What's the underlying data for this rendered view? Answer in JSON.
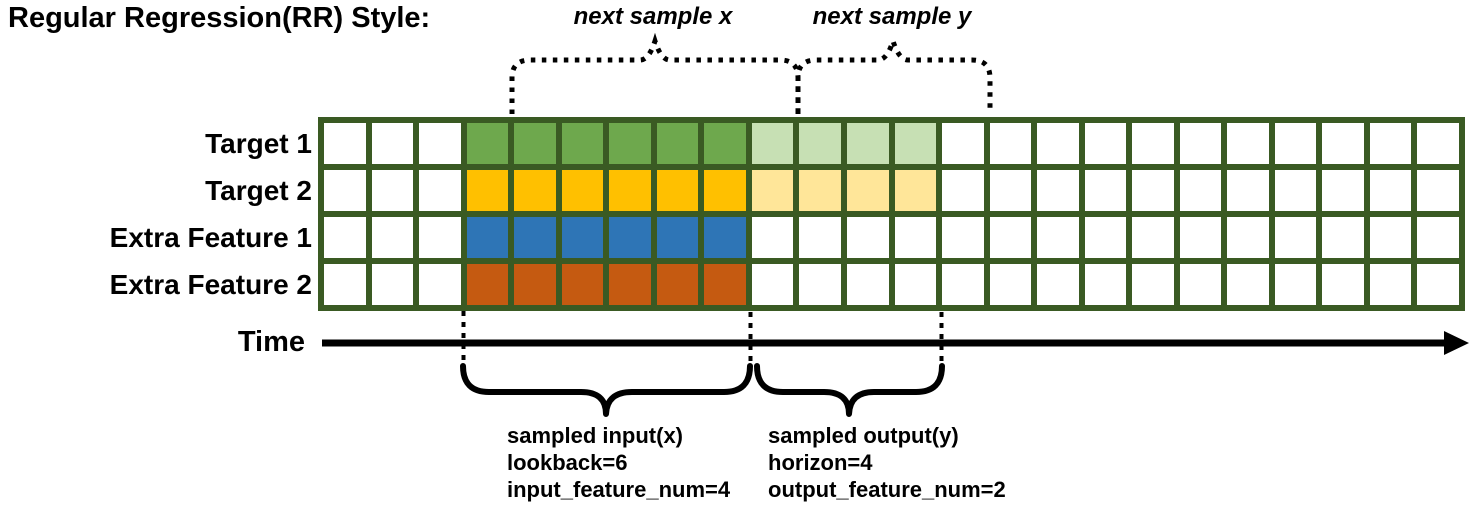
{
  "title": "Regular Regression(RR) Style:",
  "annotations": {
    "next_sample_x": "next sample x",
    "next_sample_y": "next sample y",
    "time_label": "Time",
    "input_block": {
      "line1": "sampled input(x)",
      "line2": "lookback=6",
      "line3": "input_feature_num=4"
    },
    "output_block": {
      "line1": "sampled output(y)",
      "line2": "horizon=4",
      "line3": "output_feature_num=2"
    }
  },
  "colors": {
    "grid_border": "#3A5A23",
    "target1_input": "#6EA84D",
    "target1_output": "#C7E0B4",
    "target2_input": "#FFC000",
    "target2_output": "#FFE699",
    "extra1_input": "#2E75B6",
    "extra2_input": "#C55A11",
    "empty_cell": "#FFFFFF",
    "line_color": "#000000"
  },
  "chart_data": {
    "type": "heatmap",
    "title": "Regular Regression(RR) Style:",
    "columns_total": 24,
    "params": {
      "lookback": 6,
      "horizon": 4,
      "input_feature_num": 4,
      "output_feature_num": 2,
      "input_window_columns": [
        4,
        9
      ],
      "output_window_columns": [
        10,
        13
      ],
      "next_sample_shift": 1
    },
    "grid": {
      "rows": [
        {
          "label": "Target 1",
          "segments": [
            {
              "count": 3,
              "color": "#FFFFFF"
            },
            {
              "count": 6,
              "color": "#6EA84D"
            },
            {
              "count": 4,
              "color": "#C7E0B4"
            },
            {
              "count": 11,
              "color": "#FFFFFF"
            }
          ]
        },
        {
          "label": "Target 2",
          "segments": [
            {
              "count": 3,
              "color": "#FFFFFF"
            },
            {
              "count": 6,
              "color": "#FFC000"
            },
            {
              "count": 4,
              "color": "#FFE699"
            },
            {
              "count": 11,
              "color": "#FFFFFF"
            }
          ]
        },
        {
          "label": "Extra Feature 1",
          "segments": [
            {
              "count": 3,
              "color": "#FFFFFF"
            },
            {
              "count": 6,
              "color": "#2E75B6"
            },
            {
              "count": 15,
              "color": "#FFFFFF"
            }
          ]
        },
        {
          "label": "Extra Feature 2",
          "segments": [
            {
              "count": 3,
              "color": "#FFFFFF"
            },
            {
              "count": 6,
              "color": "#C55A11"
            },
            {
              "count": 15,
              "color": "#FFFFFF"
            }
          ]
        }
      ]
    },
    "xlabel": "Time"
  }
}
